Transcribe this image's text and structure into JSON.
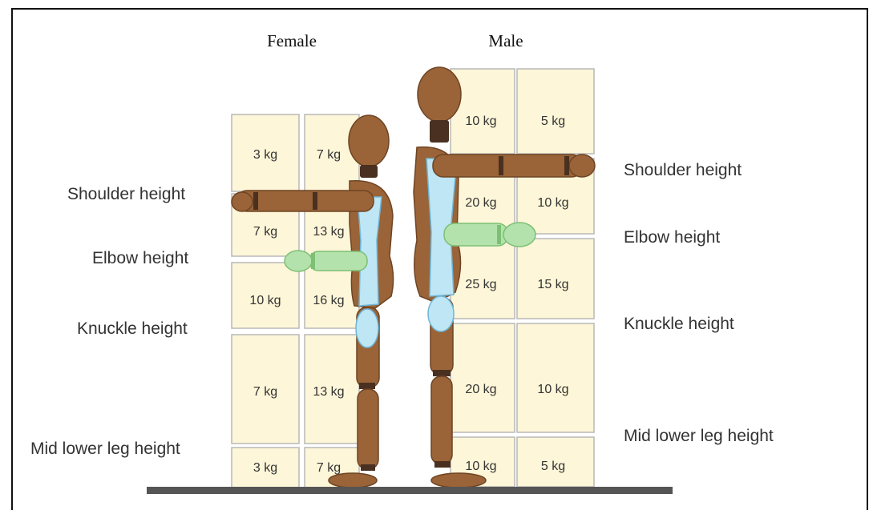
{
  "headers": {
    "female": "Female",
    "male": "Male"
  },
  "female_labels": {
    "shoulder": "Shoulder height",
    "elbow": "Elbow height",
    "knuckle": "Knuckle height",
    "mid_lower_leg": "Mid lower leg height"
  },
  "male_labels": {
    "shoulder": "Shoulder height",
    "elbow": "Elbow height",
    "knuckle": "Knuckle height",
    "mid_lower_leg": "Mid lower leg height"
  },
  "female_boxes": [
    {
      "zone": "above shoulder",
      "left": "3 kg",
      "right": "7 kg"
    },
    {
      "zone": "shoulder to elbow",
      "left": "7 kg",
      "right": "13 kg"
    },
    {
      "zone": "elbow to knuckle",
      "left": "10 kg",
      "right": "16 kg"
    },
    {
      "zone": "knuckle to mid lower leg",
      "left": "7 kg",
      "right": "13 kg"
    },
    {
      "zone": "below mid lower leg",
      "left": "3 kg",
      "right": "7 kg"
    }
  ],
  "male_boxes": [
    {
      "zone": "above shoulder",
      "left": "10 kg",
      "right": "5 kg"
    },
    {
      "zone": "shoulder to elbow",
      "left": "20 kg",
      "right": "10 kg"
    },
    {
      "zone": "elbow to knuckle",
      "left": "25 kg",
      "right": "15 kg"
    },
    {
      "zone": "knuckle to mid lower leg",
      "left": "20 kg",
      "right": "10 kg"
    },
    {
      "zone": "below mid lower leg",
      "left": "10 kg",
      "right": "5 kg"
    }
  ],
  "colors": {
    "box_fill": "#fdf6d8",
    "box_stroke": "#b8b8b8",
    "mannequin": "#9a6438",
    "mannequin_dark": "#4a3020",
    "highlight_blue": "#bfe6f4",
    "highlight_green": "#b4e2ad",
    "floor": "#555555"
  }
}
